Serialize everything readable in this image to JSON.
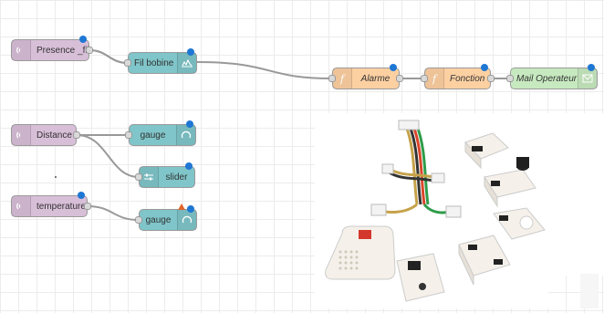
{
  "nodes": {
    "presence": {
      "label": "Presence _fil",
      "icon": "wifi-icon"
    },
    "fil_bobine": {
      "label": "Fil bobine",
      "icon": "waveform-icon"
    },
    "alarme": {
      "label": "Alarme",
      "icon": "function-icon"
    },
    "fonction": {
      "label": "Fonction",
      "icon": "function-icon"
    },
    "mail": {
      "label": "Mail Operateur",
      "icon": "envelope-icon"
    },
    "distance": {
      "label": "Distance",
      "icon": "wifi-icon"
    },
    "gauge1": {
      "label": "gauge",
      "icon": "gauge-icon"
    },
    "slider": {
      "label": "slider",
      "icon": "slider-icon"
    },
    "temperature": {
      "label": "temperature",
      "icon": "wifi-icon"
    },
    "gauge2": {
      "label": "gauge",
      "icon": "gauge-icon"
    }
  },
  "colors": {
    "mqtt": "#d8bfd8",
    "dashboard": "#7fc5c9",
    "function": "#fdd0a2",
    "email": "#c7e9c0",
    "status": "#1f77d4",
    "warning": "#e2652b"
  },
  "photo": {
    "description_icon": "sensor-modules-photo"
  }
}
